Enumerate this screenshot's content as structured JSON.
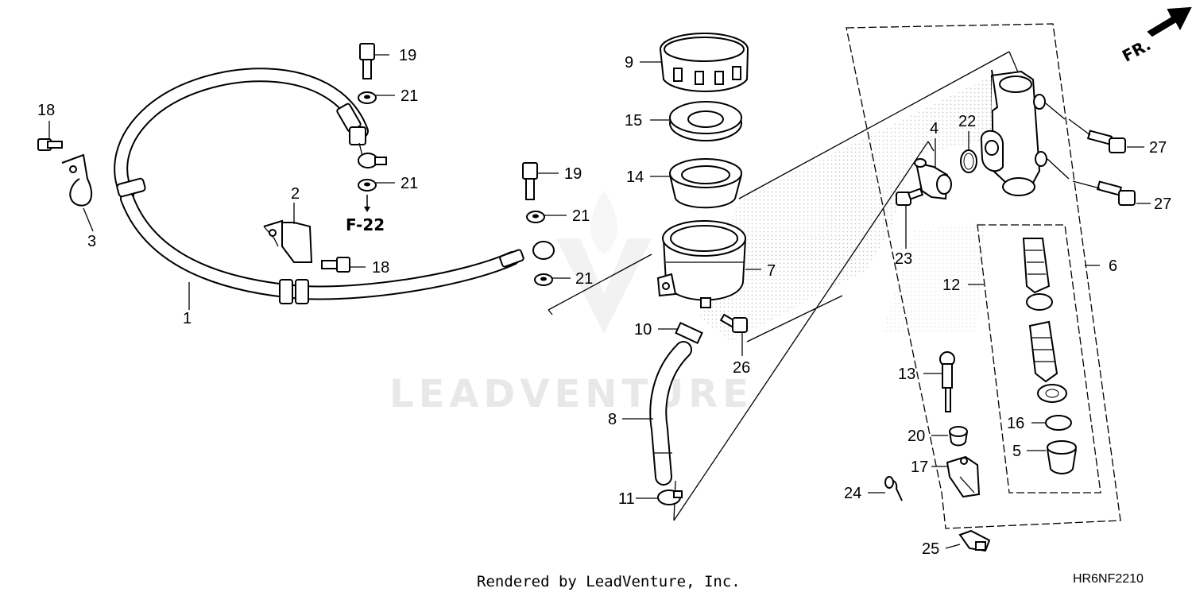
{
  "diagram": {
    "callouts": {
      "c1": "1",
      "c2": "2",
      "c3": "3",
      "c4": "4",
      "c5": "5",
      "c6": "6",
      "c7": "7",
      "c8": "8",
      "c9": "9",
      "c10": "10",
      "c11": "11",
      "c12": "12",
      "c13": "13",
      "c14": "14",
      "c15": "15",
      "c16": "16",
      "c17": "17",
      "c18a": "18",
      "c18b": "18",
      "c19a": "19",
      "c19b": "19",
      "c20": "20",
      "c21a": "21",
      "c21b": "21",
      "c21c": "21",
      "c21d": "21",
      "c22": "22",
      "c23": "23",
      "c24": "24",
      "c25": "25",
      "c26": "26",
      "c27a": "27",
      "c27b": "27"
    },
    "ref_label": "F-22",
    "direction_label": "FR.",
    "watermark": "LEADVENTURE",
    "credit": "Rendered by LeadVenture, Inc.",
    "diagram_code": "HR6NF2210"
  }
}
